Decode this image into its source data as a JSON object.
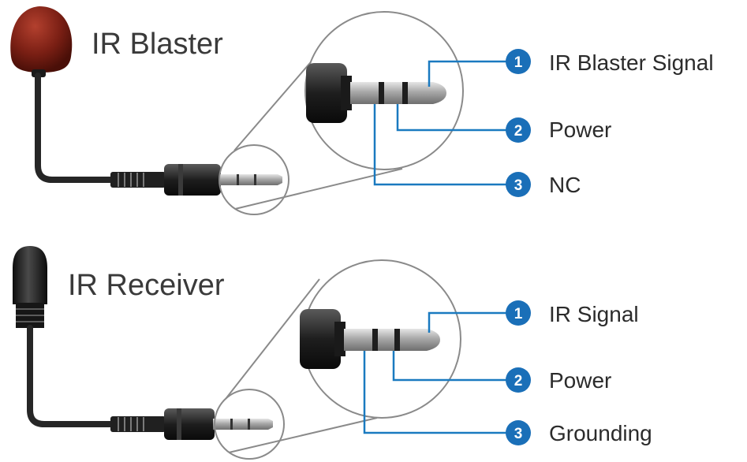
{
  "blaster": {
    "title": "IR Blaster",
    "pins": [
      {
        "number": "1",
        "label": "IR Blaster Signal"
      },
      {
        "number": "2",
        "label": "Power"
      },
      {
        "number": "3",
        "label": "NC"
      }
    ]
  },
  "receiver": {
    "title": "IR Receiver",
    "pins": [
      {
        "number": "1",
        "label": "IR Signal"
      },
      {
        "number": "2",
        "label": "Power"
      },
      {
        "number": "3",
        "label": "Grounding"
      }
    ]
  },
  "colors": {
    "accent": "#1a7ac0",
    "badge": "#1a6fb8",
    "blaster_head": "#7a1f14",
    "cable": "#262626",
    "plug_metal": "#b8b8b8",
    "outline": "#8a8a8a"
  },
  "icons": [
    "ir-blaster-head-icon",
    "ir-receiver-head-icon",
    "audio-jack-plug-icon",
    "magnifier-circle-icon"
  ]
}
